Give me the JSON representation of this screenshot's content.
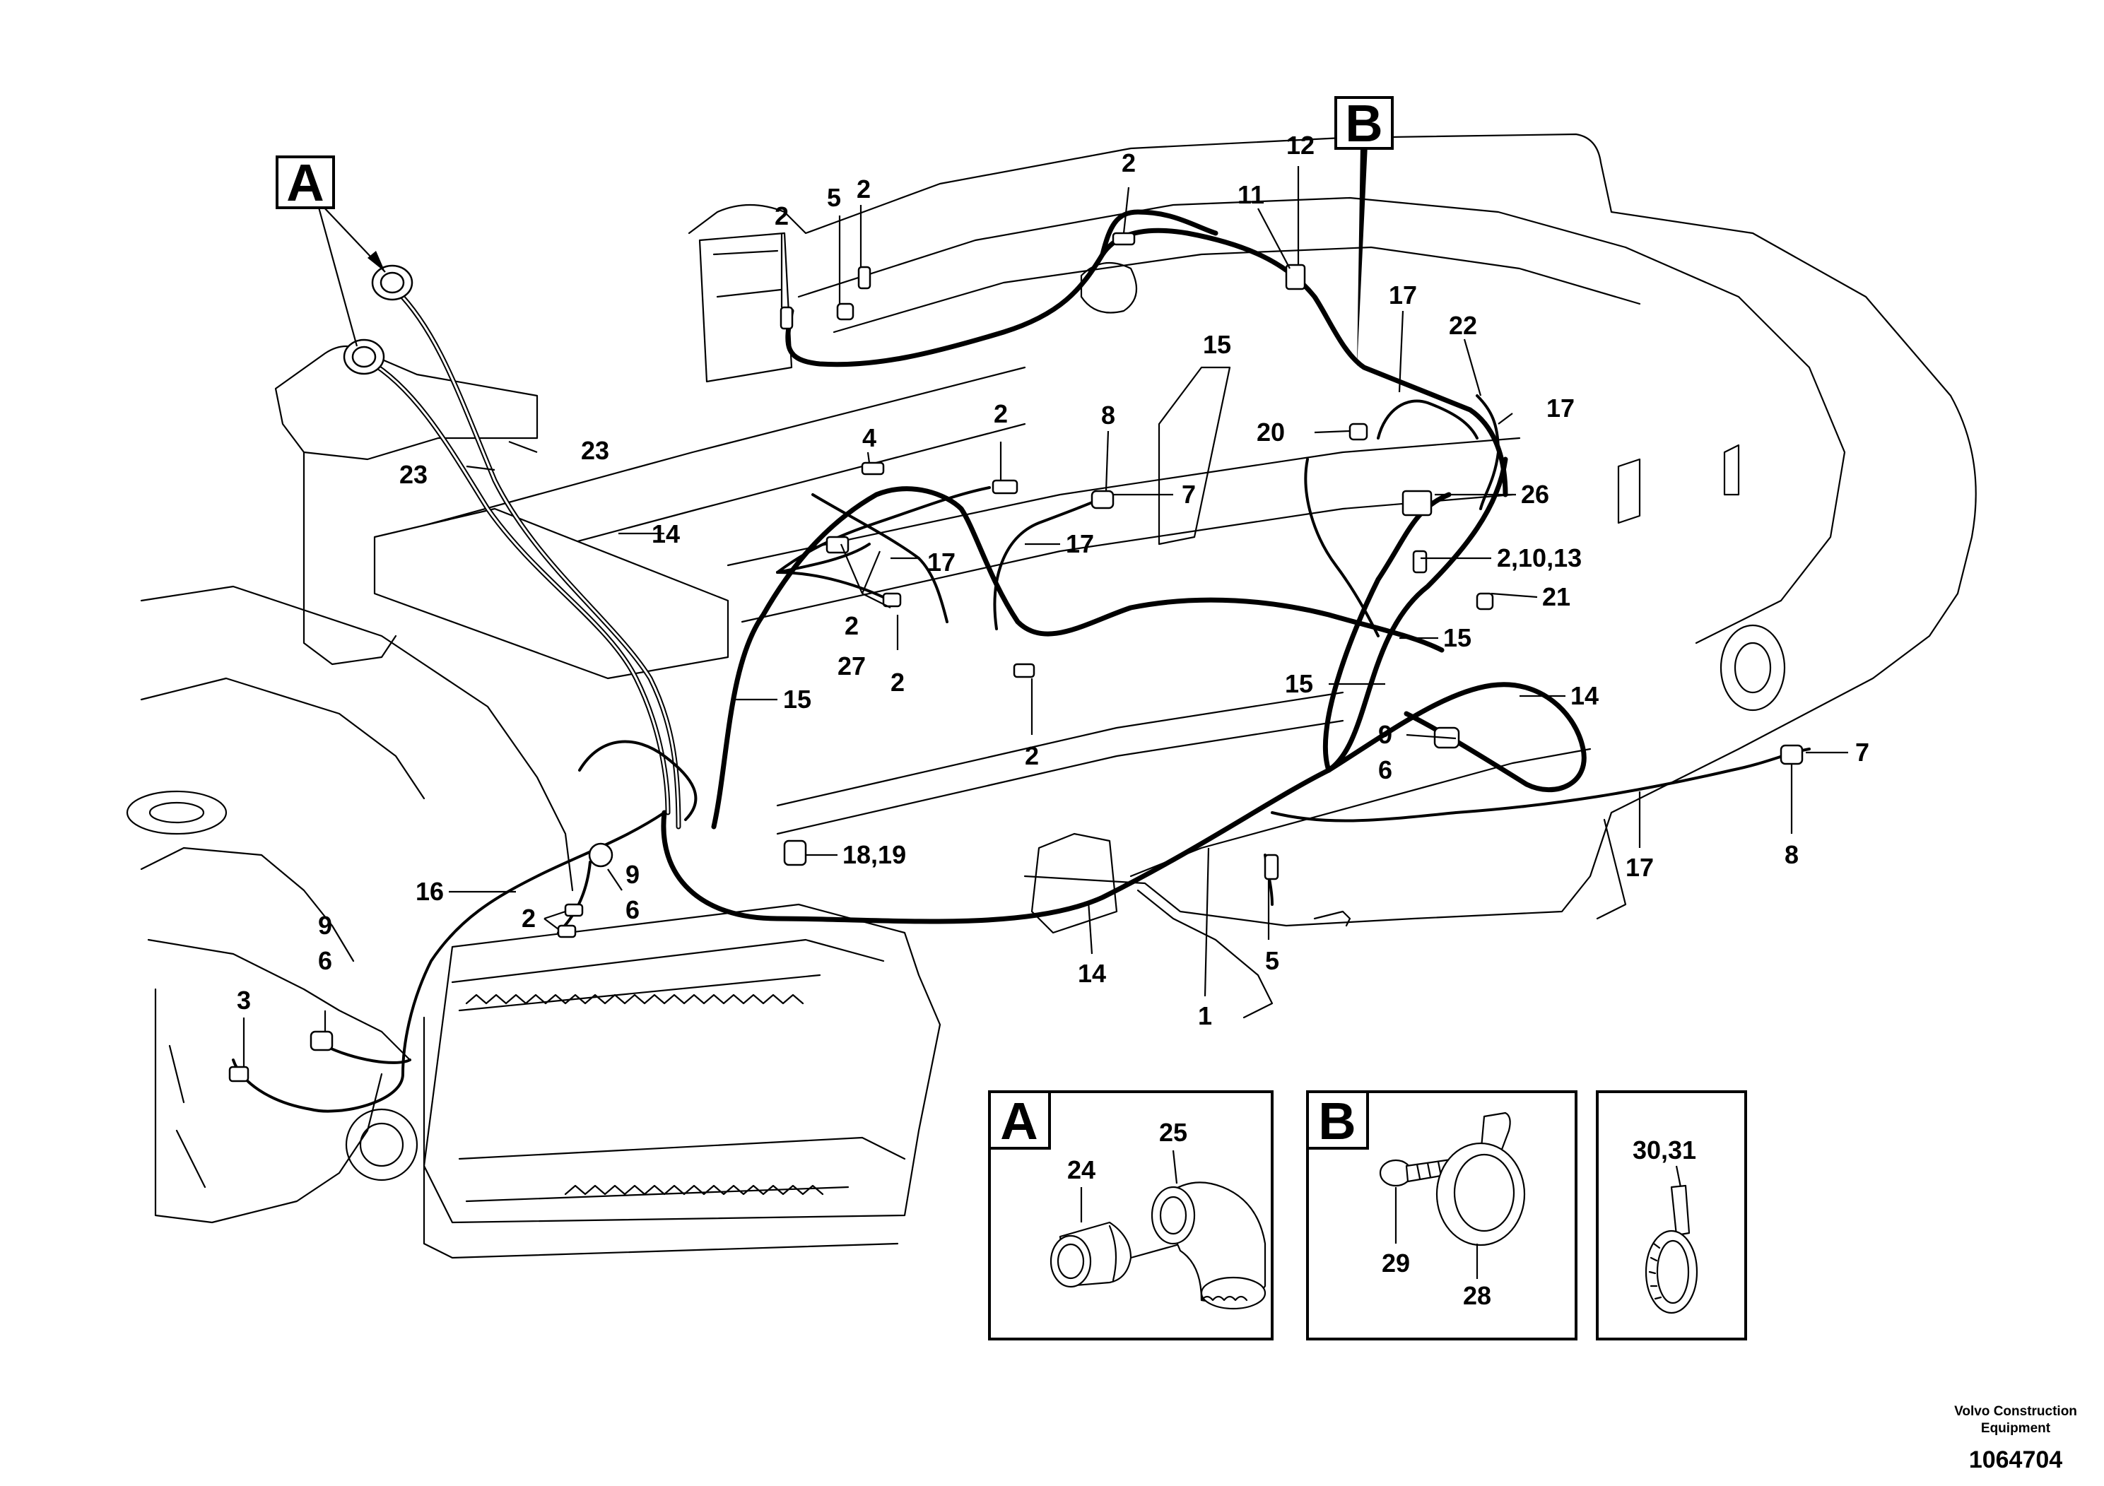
{
  "callout_boxes": {
    "A": "A",
    "B": "B"
  },
  "labels": {
    "n1": "1",
    "n2": "2",
    "n3": "3",
    "n4": "4",
    "n5": "5",
    "n6": "6",
    "n7": "7",
    "n8": "8",
    "n9": "9",
    "n11": "11",
    "n12": "12",
    "n14": "14",
    "n15": "15",
    "n16": "16",
    "n17": "17",
    "n20": "20",
    "n21": "21",
    "n22": "22",
    "n23": "23",
    "n26": "26",
    "n27": "27",
    "n2_10_13": "2,10,13",
    "n18_19": "18,19"
  },
  "detail_boxes": {
    "A": {
      "letter": "A",
      "part_left": "24",
      "part_right": "25"
    },
    "B": {
      "letter": "B",
      "part_left": "29",
      "part_right": "28"
    },
    "C": {
      "part": "30,31"
    }
  },
  "footer": {
    "company_line1": "Volvo Construction",
    "company_line2": "Equipment",
    "drawing_number": "1064704"
  }
}
